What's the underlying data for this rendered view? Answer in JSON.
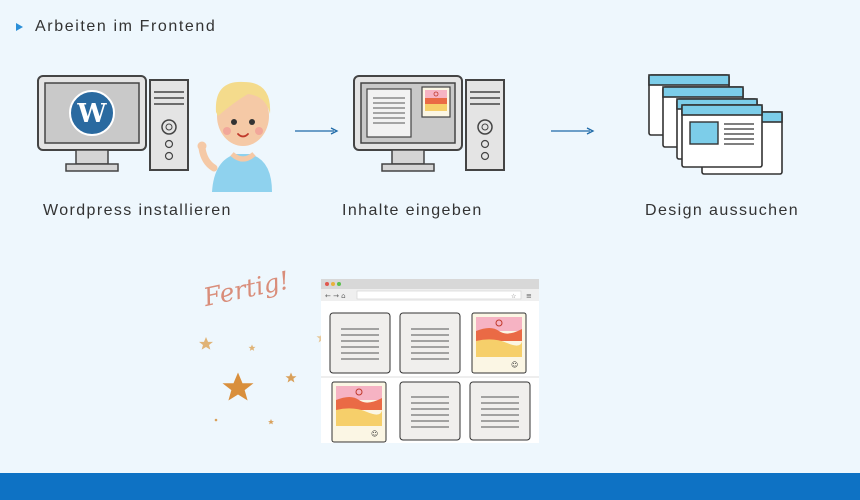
{
  "header": {
    "title": "Arbeiten im Frontend"
  },
  "steps": [
    {
      "label": "Wordpress installieren",
      "icon": "computer-wordpress-person-icon"
    },
    {
      "label": "Inhalte eingeben",
      "icon": "computer-content-icon"
    },
    {
      "label": "Design aussuchen",
      "icon": "design-windows-icon"
    }
  ],
  "final": {
    "caption": "Fertig!",
    "icon": "browser-result-icon"
  },
  "colors": {
    "accent": "#2b8fd8",
    "footer": "#0e72c4",
    "background": "#eef7fd",
    "window_blue": "#7ccde9",
    "wordpress": "#2a6aa0"
  }
}
